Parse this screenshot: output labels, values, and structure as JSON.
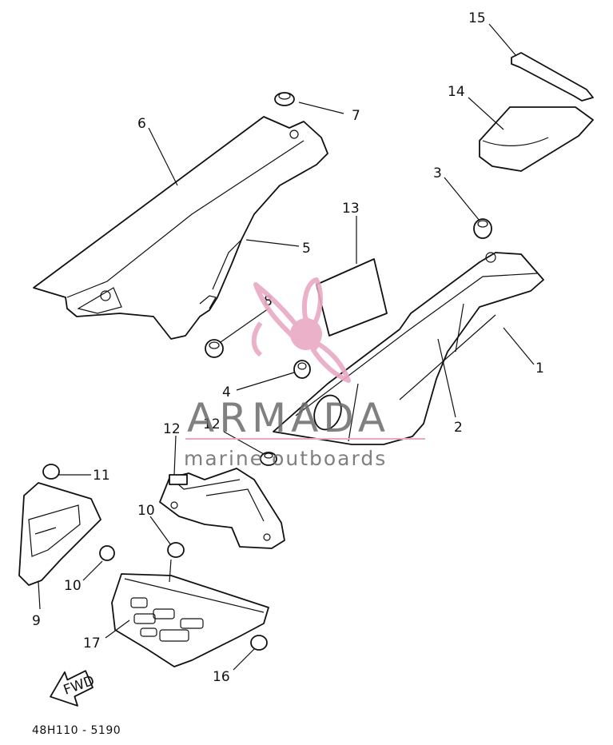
{
  "diagram_code": "48H110 - 5190",
  "fwd_label": "FWD",
  "callouts": [
    "1",
    "2",
    "3",
    "4",
    "5",
    "6",
    "7",
    "8",
    "9",
    "10",
    "10",
    "11",
    "12",
    "12",
    "13",
    "14",
    "15",
    "16",
    "17"
  ],
  "watermark": {
    "brand": "ARMADA",
    "tagline": "marine outboards",
    "accent_color": "#e8a9c4",
    "text_color": "#6a6a6a"
  }
}
